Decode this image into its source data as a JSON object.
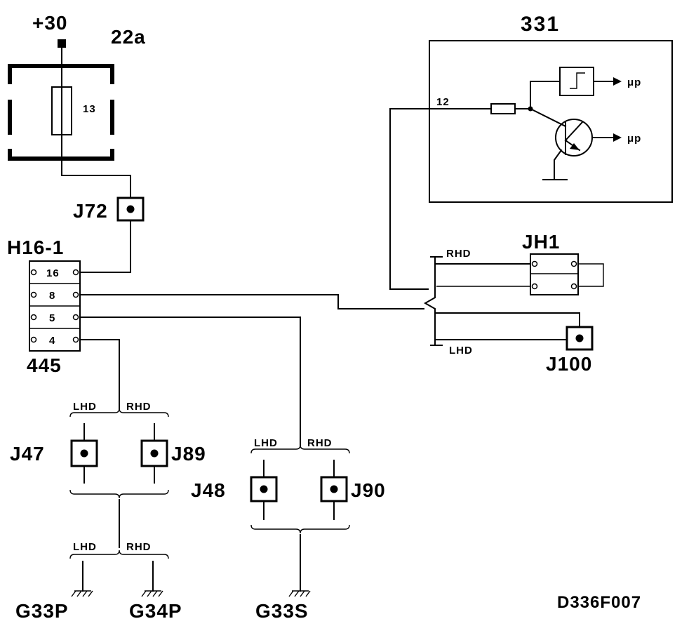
{
  "supply": {
    "label": "+30"
  },
  "fuse_box": {
    "label": "22a",
    "fuse": "13"
  },
  "ecu": {
    "label": "331",
    "pin": "12",
    "out_upper": "μp",
    "out_lower": "μp"
  },
  "splice_j72": {
    "label": "J72"
  },
  "connector_h16": {
    "label": "H16-1",
    "part": "445",
    "pins": [
      "16",
      "8",
      "5",
      "4"
    ]
  },
  "variant_jh1": {
    "label": "JH1",
    "rhd": "RHD",
    "lhd": "LHD",
    "j100": "J100"
  },
  "group_left": {
    "lhd": "LHD",
    "rhd": "RHD",
    "j47": "J47",
    "j89": "J89",
    "lhd2": "LHD",
    "rhd2": "RHD",
    "g33p": "G33P",
    "g34p": "G34P"
  },
  "group_right": {
    "lhd": "LHD",
    "rhd": "RHD",
    "j48": "J48",
    "j90": "J90",
    "g33s": "G33S"
  },
  "figure_code": "D336F007"
}
